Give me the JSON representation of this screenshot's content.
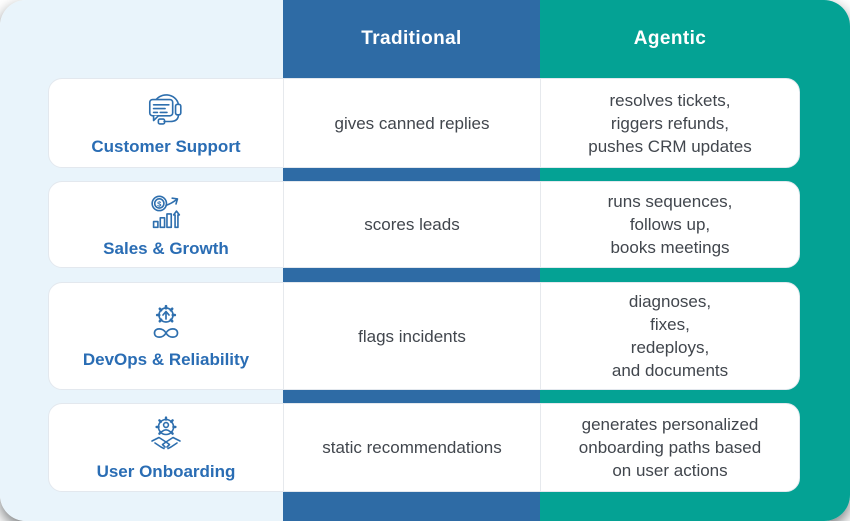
{
  "header": {
    "traditional_label": "Traditional",
    "agentic_label": "Agentic",
    "traditional_color": "#2e6ba5",
    "agentic_color": "#04a294"
  },
  "palette": {
    "category_panel": "#e9f4fb",
    "category_text": "#2a6db4",
    "body_text": "#41464d",
    "card_background": "#ffffff"
  },
  "rows": [
    {
      "category": "Customer Support",
      "icon": "customer-support-headset-chat-icon",
      "traditional": "gives canned replies",
      "agentic": "resolves tickets,\nriggers refunds,\npushes CRM updates"
    },
    {
      "category": "Sales & Growth",
      "icon": "sales-growth-coin-chart-icon",
      "traditional": "scores leads",
      "agentic": "runs sequences,\nfollows up,\nbooks meetings"
    },
    {
      "category": "DevOps & Reliability",
      "icon": "devops-gear-infinity-icon",
      "traditional": "flags incidents",
      "agentic": "diagnoses,\nfixes,\nredeploys,\nand documents"
    },
    {
      "category": "User Onboarding",
      "icon": "user-onboarding-gear-handshake-icon",
      "traditional": "static recommendations",
      "agentic": "generates personalized\nonboarding paths based\non user actions"
    }
  ]
}
